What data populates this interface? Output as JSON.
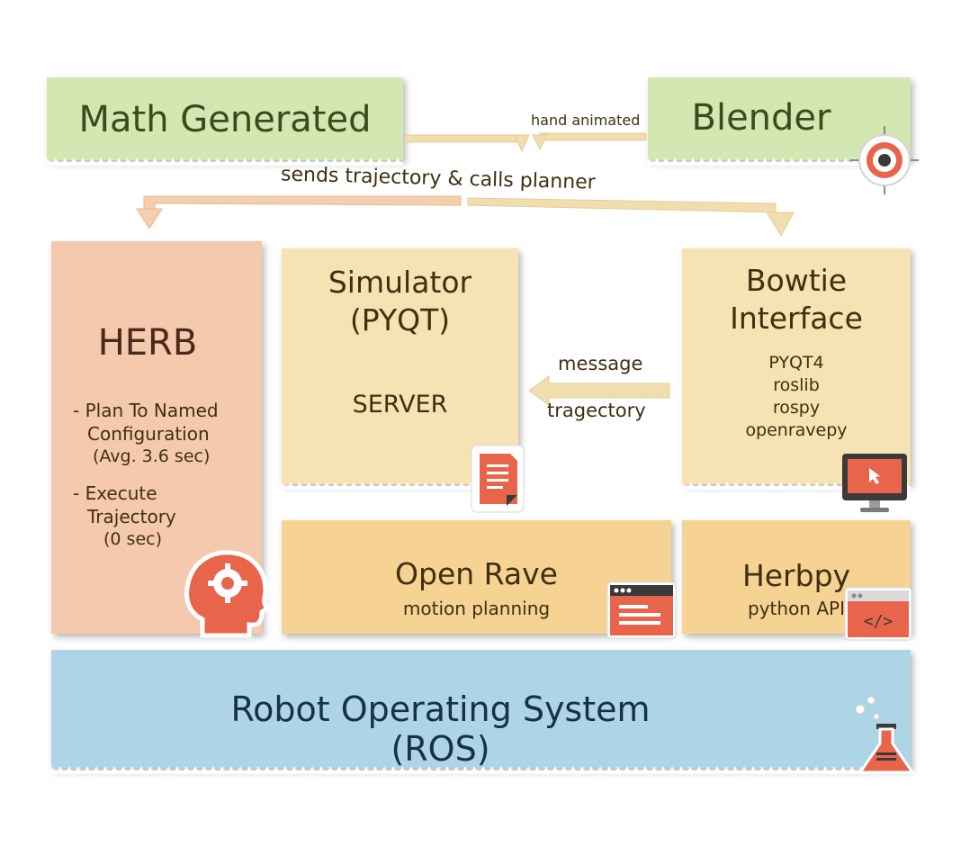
{
  "colors": {
    "green_card": "#d3e7b3",
    "pink_card": "#f5c9ae",
    "tan_card": "#f6e2b2",
    "orange_card": "#f6d293",
    "blue_card": "#aed5e6",
    "arrow": "#f1deaf",
    "icon_red": "#e8644a",
    "dark_text": "#3f3010"
  },
  "math": {
    "title": "Math Generated"
  },
  "blender": {
    "title": "Blender",
    "icon": "target-icon"
  },
  "arrows": {
    "hand_animated": "hand animated",
    "sends_trajectory": "sends trajectory & calls planner",
    "message": "message",
    "trajectory": "tragectory"
  },
  "herb": {
    "title": "HERB",
    "item1": [
      "- Plan To Named",
      "Configuration",
      "(Avg. 3.6  sec)"
    ],
    "item2": [
      "- Execute",
      "Trajectory",
      "(0 sec)"
    ],
    "icon": "head-gear-icon"
  },
  "simulator": {
    "title": [
      "Simulator",
      "(PYQT)"
    ],
    "role": "SERVER",
    "icon": "document-icon"
  },
  "bowtie": {
    "title": [
      "Bowtie",
      "Interface"
    ],
    "libs": [
      "PYQT4",
      "roslib",
      "rospy",
      "openravepy"
    ],
    "icon": "monitor-icon"
  },
  "openrave": {
    "title": "Open Rave",
    "subtitle": "motion planning",
    "icon": "browser-window-icon"
  },
  "herbpy": {
    "title": "Herbpy",
    "subtitle": "python API",
    "icon": "code-window-icon"
  },
  "ros": {
    "title": "Robot Operating System  (ROS)",
    "icon": "flask-icon"
  }
}
